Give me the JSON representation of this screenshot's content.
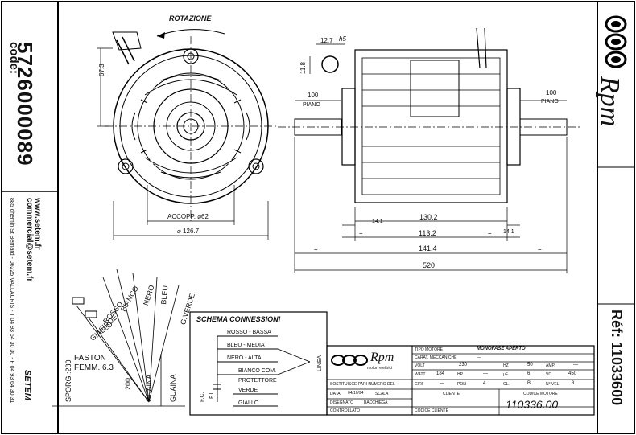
{
  "left_panel": {
    "code_label": "code:",
    "code_value": "5726000089",
    "website": "www.setem.fr",
    "email": "commercial@setem.fr",
    "address": "885 chemin St Bernard - 06225 VALLAURIS - T 04 93 64 30 30 - F 04 93 64 30 31",
    "logo_text": "SETEM"
  },
  "right_panel": {
    "brand": "Rpm",
    "ref_label": "Réf: 11033600"
  },
  "drawing": {
    "rotation_label": "ROTAZIONE",
    "dim_67_3": "67.3",
    "dim_12_7": "12.7",
    "tol_h5": "h5",
    "dim_11_8": "11.8",
    "dim_100_left": "100",
    "piano_left": "PIANO",
    "dim_100_right": "100",
    "piano_right": "PIANO",
    "accopp": "ACCOPP. ⌀62",
    "dia_126_7": "⌀ 126.7",
    "dim_130_2": "130.2",
    "dim_14_1_a": "14.1",
    "dim_113_2": "113.2",
    "dim_14_1_b": "14.1",
    "dim_141_4": "141.4",
    "dim_520": "520",
    "eq1": "=",
    "eq2": "=",
    "eq3": "=",
    "eq4": "="
  },
  "wires": {
    "colors": [
      "GIALLO",
      "VERDE",
      "ROSSO",
      "BIANCO",
      "NERO",
      "BLEU",
      "G.VERDE"
    ],
    "faston": "FASTON",
    "femm": "FEMM. 6.3",
    "sporg": "SPORG.:280",
    "guaina": "GUAINA",
    "dim_200": "200",
    "guaina2": "GUAINA"
  },
  "schema": {
    "title": "SCHEMA CONNESSIONI",
    "rosso": "ROSSO - BASSA",
    "bleu": "BLEU - MEDIA",
    "nero": "NERO - ALTA",
    "bianco": "BIANCO COM.",
    "protettore": "PROTETTORE",
    "verde": "VERDE",
    "giallo": "GIALLO",
    "linea": "LINEA",
    "fc": "F.C.",
    "fl": "F.L."
  },
  "title_block": {
    "brand": "Rpm",
    "brand_sub": "motori elettrici",
    "tipo_label": "TIPO MOTORE",
    "tipo_value": "MONOFASE APERTO",
    "carat_label": "CARAT. MECCANICHE",
    "carat_value": "—",
    "volt_label": "VOLT",
    "volt_value": "230",
    "hz_label": "HZ",
    "hz_value": "50",
    "amp_label": "AMP.",
    "amp_value": "—",
    "watt_label": "WATT",
    "watt_value": "184",
    "hp_label": "HP",
    "hp_value": "—",
    "uf_label": "µF",
    "uf_value": "6",
    "vc_label": "VC",
    "vc_value": "450",
    "giri_label": "GIRI",
    "giri_value": "—",
    "poli_label": "POLI",
    "poli_value": "4",
    "cl_label": "CL.",
    "cl_value": "B",
    "vel_label": "N° VEL.",
    "vel_value": "3",
    "sostituisce": "SOSTITUISCE PARI NUMERO DEL",
    "data_label": "DATA",
    "data_value": "04/10/94",
    "scala_label": "SCALA",
    "cliente_label": "CLIENTE",
    "codice_motore_label": "CODICE MOTORE",
    "disegnato_label": "DISEGNATO",
    "disegnato_value": "BACCHIEGA",
    "controllato_label": "CONTROLLATO",
    "codice_cliente_label": "CODICE CLIENTE",
    "codice_motore_value": "110336.00"
  }
}
